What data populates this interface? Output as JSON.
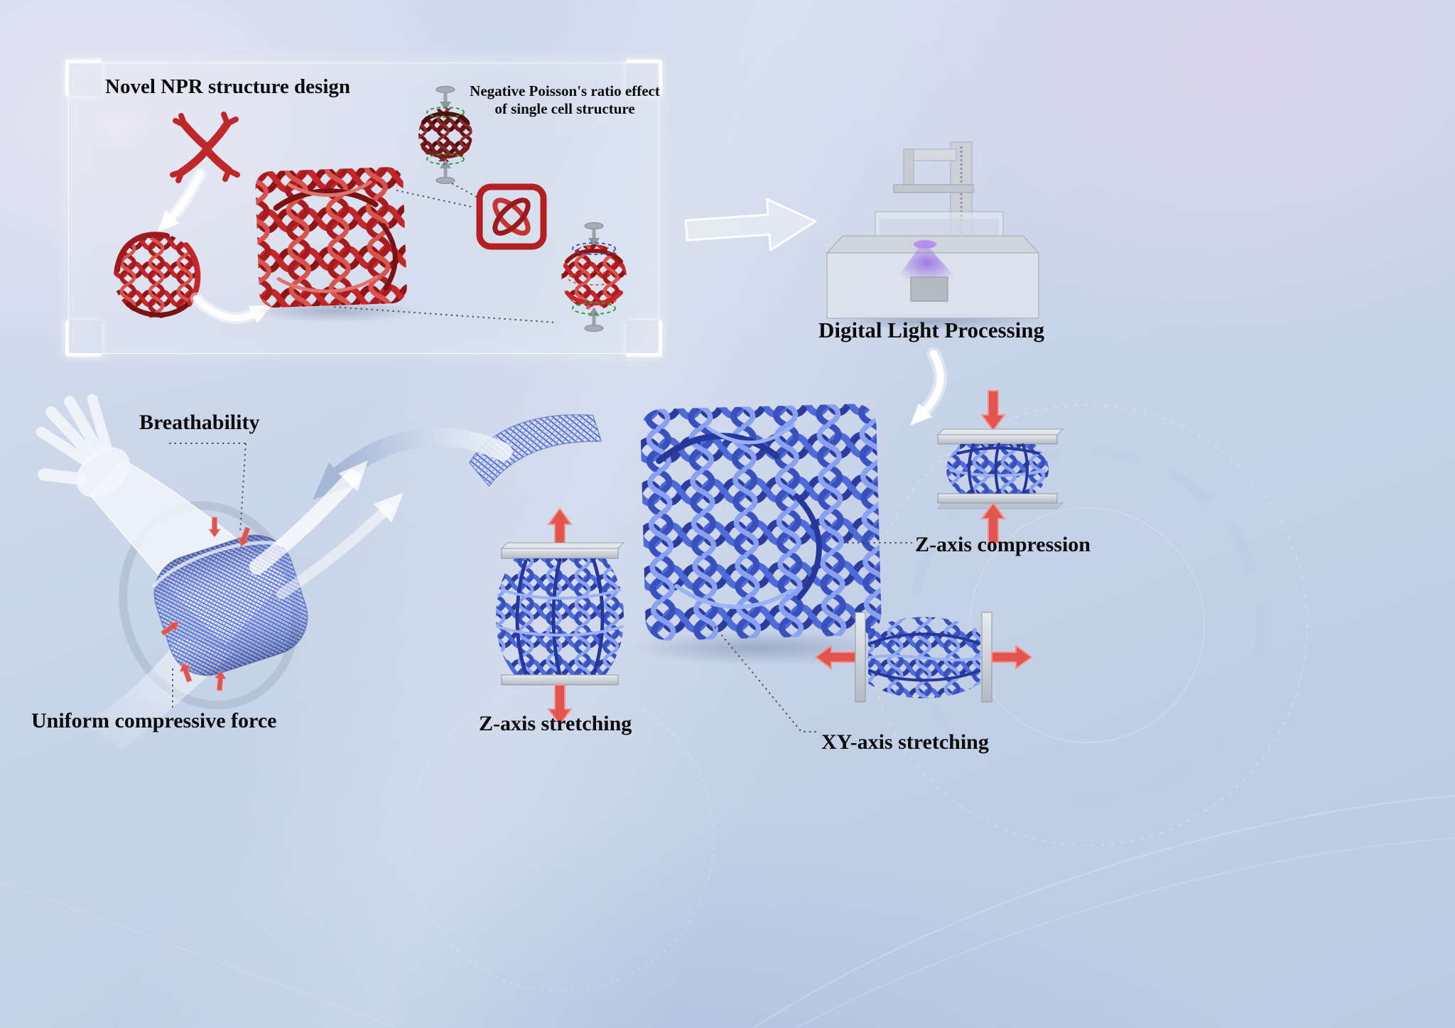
{
  "panel": {
    "title": "Novel NPR structure design",
    "cell_caption_line1": "Negative Poisson's ratio effect",
    "cell_caption_line2": "of single cell structure"
  },
  "process": {
    "printer_label": "Digital Light Processing"
  },
  "application": {
    "breathability": "Breathability",
    "uniform_force": "Uniform compressive force"
  },
  "tests": {
    "z_compression": "Z-axis compression",
    "z_stretching": "Z-axis stretching",
    "xy_stretching": "XY-axis stretching"
  },
  "colors": {
    "red_lattice": "#b5211f",
    "dark_red_lattice": "#6b1315",
    "blue_lattice": "#4a66d8",
    "arrow_red": "#e2554f",
    "plate_gray": "#c3c9d1",
    "text": "#0d0d0d"
  }
}
